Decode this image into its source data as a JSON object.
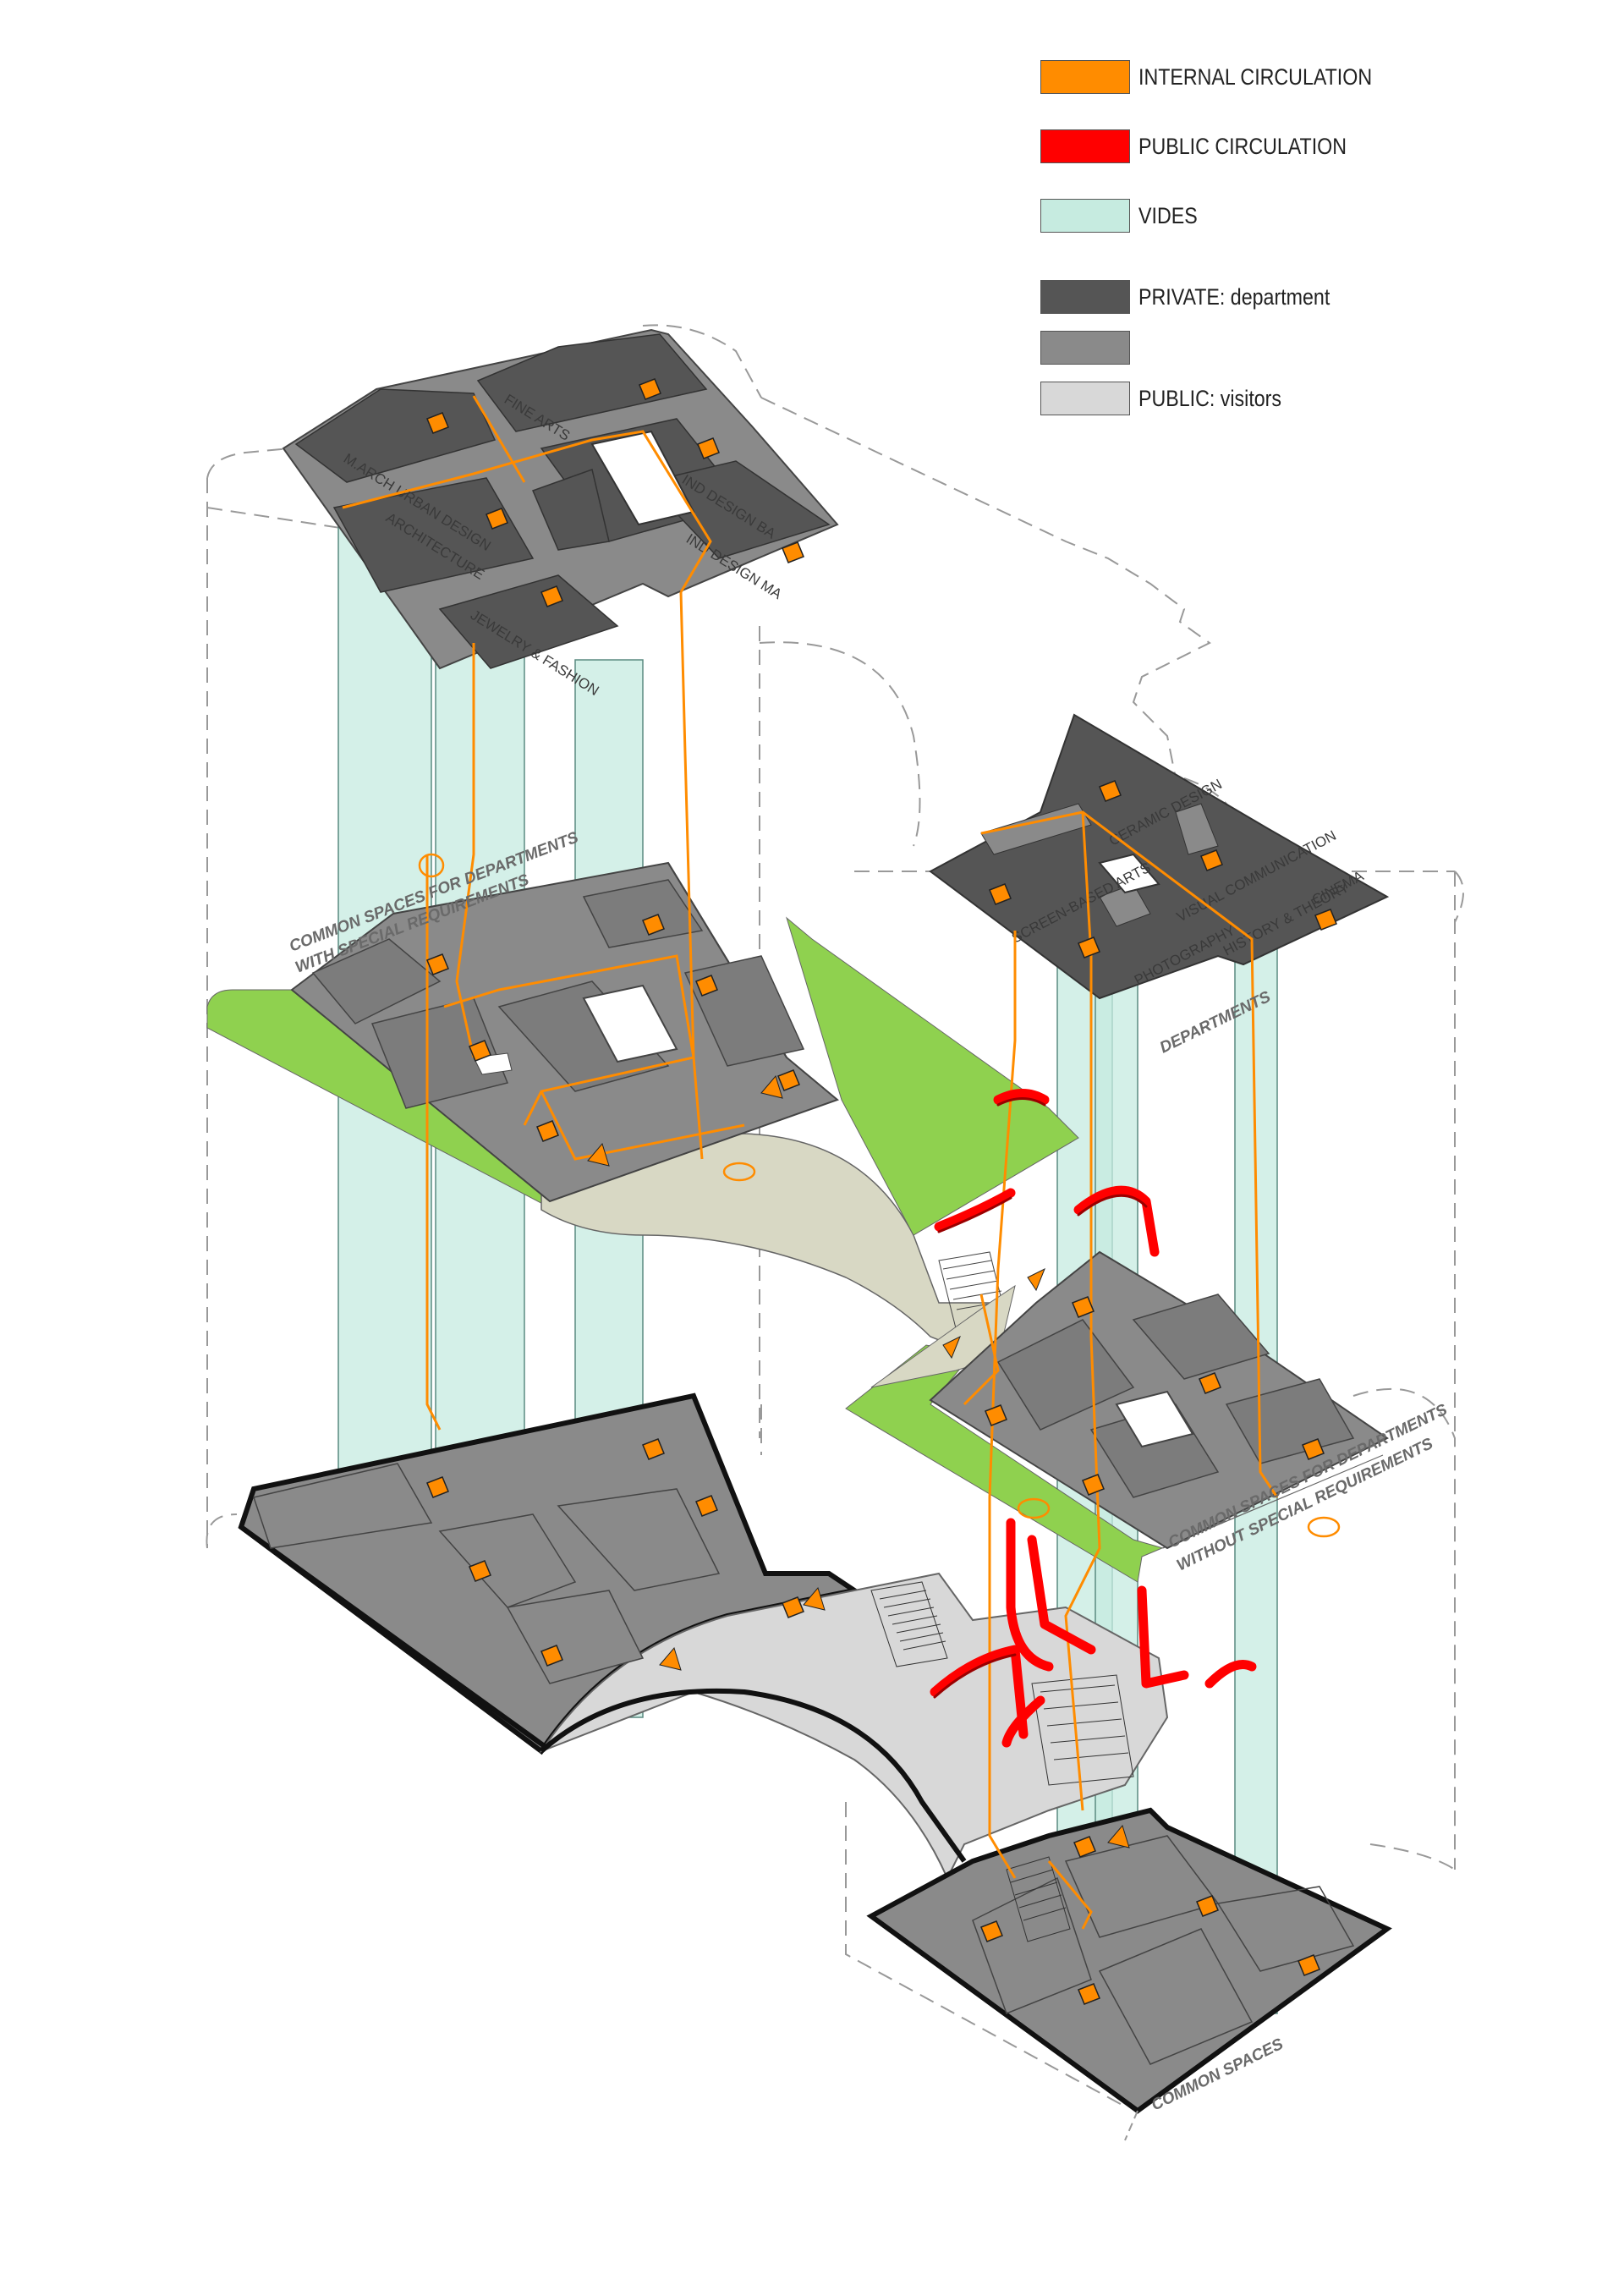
{
  "legend": [
    {
      "label": "INTERNAL CIRCULATION",
      "color": "#ff8c00"
    },
    {
      "label": "PUBLIC CIRCULATION",
      "color": "#ff0000"
    },
    {
      "label": "VIDES",
      "color": "#c6ebe0"
    },
    {
      "label": "PRIVATE: department",
      "color": "#555555"
    },
    {
      "label": "",
      "color": "#8a8a8a"
    },
    {
      "label": "PUBLIC: visitors",
      "color": "#d8d8d8"
    }
  ],
  "departments_top_left": {
    "march_urban": "M.ARCH URBAN DESIGN",
    "fine_arts": "FINE ARTS",
    "architecture": "ARCHITECTURE",
    "ind_design_ba": "IND DESIGN BA",
    "ind_design_ma": "IND DESIGN MA",
    "jewelry": "JEWELRY & FASHION"
  },
  "departments_top_right": {
    "ceramic": "CERAMIC DESIGN",
    "screen_based": "SCREEN-BASED ARTS",
    "visual_comm": "VISUAL COMMUNICATION",
    "cinema": "CINEMA",
    "photography": "PHOTOGRAPHY",
    "history": "HISTORY & THEORY"
  },
  "section_labels": {
    "special_line1": "COMMON SPACES FOR DEPARTMENTS",
    "special_line2": "WITH SPECIAL REQUIREMENTS",
    "departments": "DEPARTMENTS",
    "without_line1": "COMMON SPACES FOR DEPARTMENTS",
    "without_line2": "WITHOUT SPECIAL REQUIREMENTS",
    "common": "COMMON SPACES"
  },
  "colors": {
    "private": "#555555",
    "semi": "#8a8a8a",
    "public": "#d8d8d8",
    "void": "#c6ebe0",
    "green": "#8fd14f",
    "internal": "#ff8c00",
    "public_circ": "#ff0000"
  }
}
